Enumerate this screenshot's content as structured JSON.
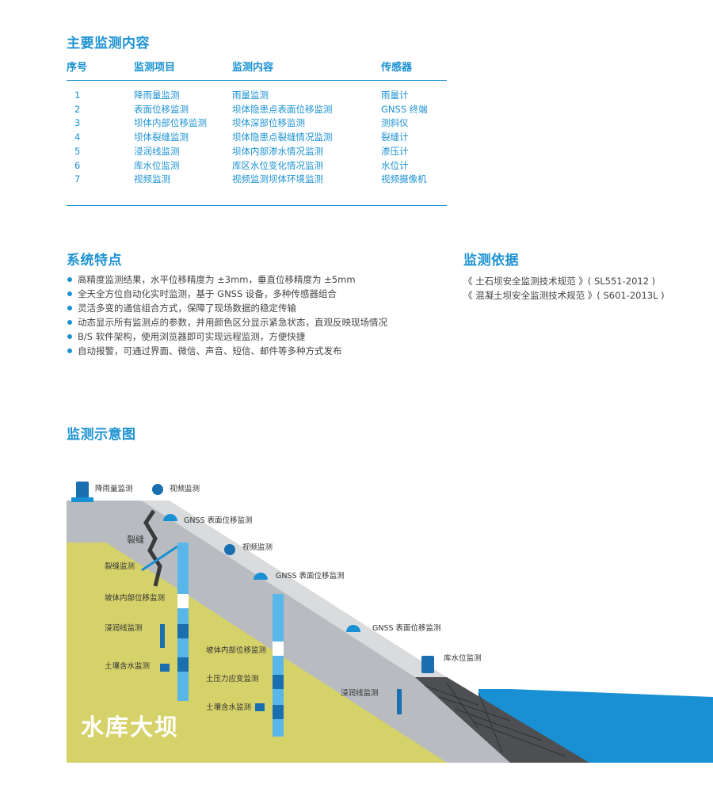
{
  "main_content": {
    "title": "主要监测内容",
    "headers": [
      "序号",
      "监测项目",
      "监测内容",
      "传感器"
    ],
    "rows": [
      [
        "1",
        "降雨量监测",
        "雨量监测",
        "雨量计"
      ],
      [
        "2",
        "表面位移监测",
        "坝体隐患点表面位移监测",
        "GNSS 终端"
      ],
      [
        "3",
        "坝体内部位移监测",
        "坝体深部位移监测",
        "测斜仪"
      ],
      [
        "4",
        "坝体裂缝监测",
        "坝体隐患点裂缝情况监测",
        "裂缝计"
      ],
      [
        "5",
        "浸润线监测",
        "坝体内部渗水情况监测",
        "渗压计"
      ],
      [
        "6",
        "库水位监测",
        "库区水位变化情况监测",
        "水位计"
      ],
      [
        "7",
        "视频监测",
        "视频监测坝体环境监测",
        "视频摄像机"
      ]
    ]
  },
  "features": {
    "title": "系统特点",
    "items": [
      "高精度监测结果，水平位移精度为 ±3mm，垂直位移精度为 ±5mm",
      "全天全方位自动化实时监测，基于 GNSS 设备，多种传感器组合",
      "灵活多变的通信组合方式，保障了现场数据的稳定传输",
      "动态显示所有监测点的参数，并用颜色区分显示紧急状态，直观反映现场情况",
      "B/S 软件架构，使用浏览器即可实现远程监测，方便快捷",
      "自动报警，可通过界面、微信、声音、短信、邮件等多种方式发布"
    ]
  },
  "basis": {
    "title": "监测依据",
    "items": [
      "《 土石坝安全监测技术规范 》( SL551-2012 )",
      "《 混凝土坝安全监测技术规范 》( S601-2013L )"
    ]
  },
  "diagram": {
    "title": "监测示意图",
    "dam_label": "水库大坝",
    "labels": {
      "rain": "降雨量监测",
      "video1": "视频监测",
      "gnss1": "GNSS 表面位移监测",
      "crack": "裂缝",
      "video2": "视频监测",
      "crack_monitor": "裂缝监测",
      "gnss2": "GNSS 表面位移监测",
      "internal1": "坡体内部位移监测",
      "seepage1": "浸润线监测",
      "gnss3": "GNSS 表面位移监测",
      "internal2": "坡体内部位移监测",
      "soil1": "土壤含水监测",
      "reservoir": "库水位监测",
      "stress": "土压力应变监测",
      "seepage2": "浸润线监测",
      "soil2": "土壤含水监测"
    }
  },
  "colors": {
    "accent": "#1c92d2",
    "dam_concrete": "#b8bcc0",
    "dam_slope": "#d7d9db",
    "soil": "#d7d36a",
    "water": "#1a90d4",
    "riprap": "#4d4f52"
  }
}
